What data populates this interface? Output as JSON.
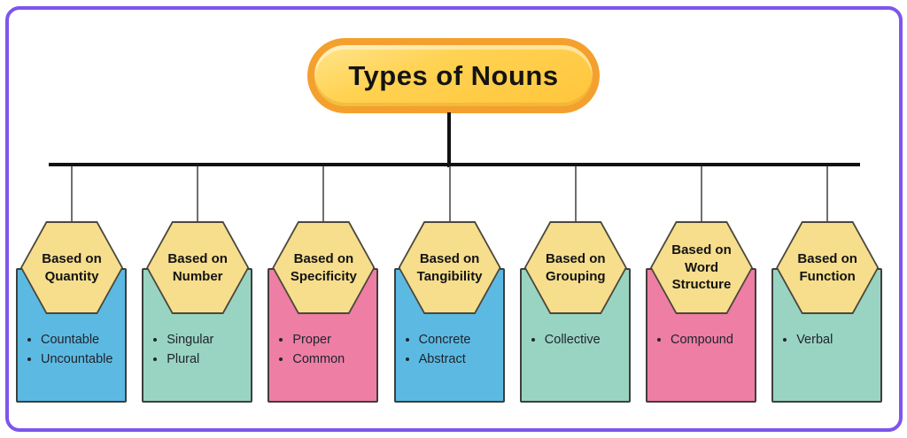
{
  "title": {
    "text": "Types of Nouns",
    "fill": "#ffc53b",
    "border_color": "#f4a02f"
  },
  "frame": {
    "border_color": "#7e55ec",
    "background": "#ffffff"
  },
  "connector_color": "#111111",
  "hexagon": {
    "fill": "#f6de8c",
    "border_color": "#4b473c"
  },
  "palette": {
    "blue": "#5cbae2",
    "teal": "#99d4c2",
    "pink": "#ee7ea3"
  },
  "cards": [
    {
      "label": "Based on Quantity",
      "color": "#5cbae2",
      "color_name": "blue",
      "items": [
        "Countable",
        "Uncountable"
      ]
    },
    {
      "label": "Based on Number",
      "color": "#99d4c2",
      "color_name": "teal",
      "items": [
        "Singular",
        "Plural"
      ]
    },
    {
      "label": "Based on Specificity",
      "color": "#ee7ea3",
      "color_name": "pink",
      "items": [
        "Proper",
        "Common"
      ]
    },
    {
      "label": "Based on Tangibility",
      "color": "#5cbae2",
      "color_name": "blue",
      "items": [
        "Concrete",
        "Abstract"
      ]
    },
    {
      "label": "Based on Grouping",
      "color": "#99d4c2",
      "color_name": "teal",
      "items": [
        "Collective"
      ]
    },
    {
      "label": "Based on Word Structure",
      "color": "#ee7ea3",
      "color_name": "pink",
      "items": [
        "Compound"
      ]
    },
    {
      "label": "Based on Function",
      "color": "#99d4c2",
      "color_name": "teal",
      "items": [
        "Verbal"
      ]
    }
  ]
}
